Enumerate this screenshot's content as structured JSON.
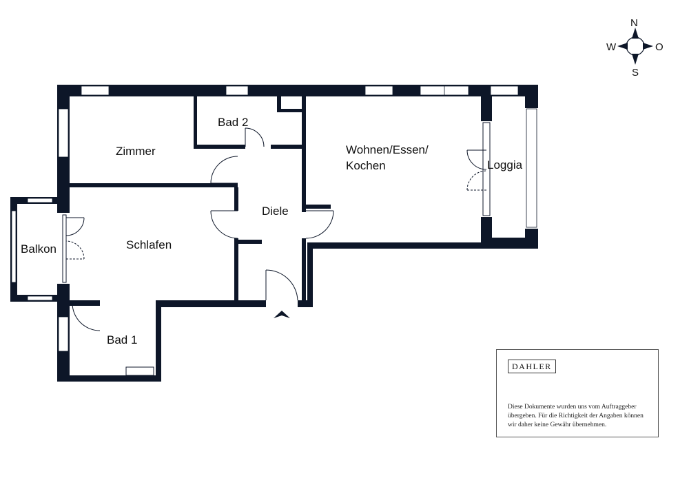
{
  "rooms": {
    "zimmer": "Zimmer",
    "bad2": "Bad 2",
    "wohnen_line1": "Wohnen/Essen/",
    "wohnen_line2": "Kochen",
    "loggia": "Loggia",
    "diele": "Diele",
    "schlafen": "Schlafen",
    "balkon": "Balkon",
    "bad1": "Bad 1"
  },
  "compass": {
    "north": "N",
    "south": "S",
    "west": "W",
    "east": "O"
  },
  "disclaimer": {
    "logo": "DAHLER",
    "text": "Diese Dokumente wurden uns vom Auftraggeber übergeben. Für die Richtigkeit der Angaben können wir daher keine Gewähr übernehmen."
  },
  "colors": {
    "wall": "#0d1628",
    "window": "#ffffff",
    "text": "#111111"
  }
}
